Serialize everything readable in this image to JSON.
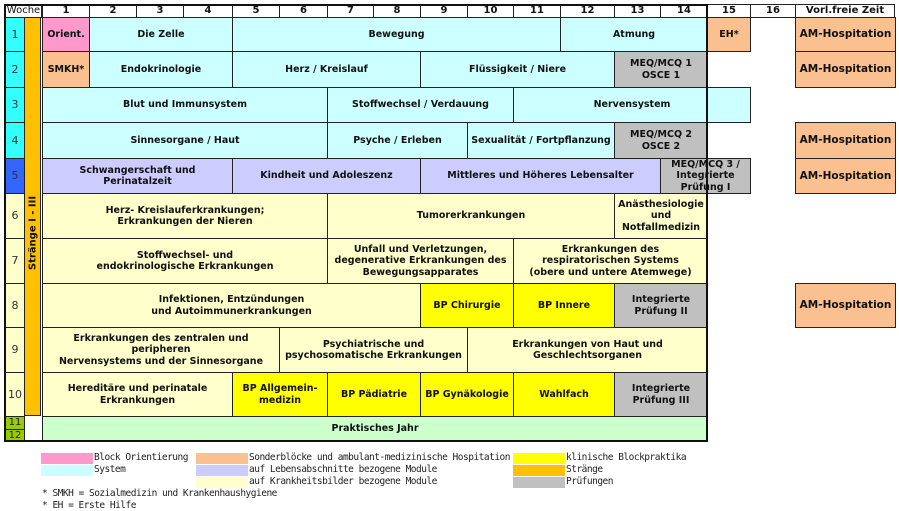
{
  "header": {
    "woche": "Woche",
    "weeks": [
      "1",
      "2",
      "3",
      "4",
      "5",
      "6",
      "7",
      "8",
      "9",
      "10",
      "11",
      "12",
      "13",
      "14",
      "15",
      "16"
    ],
    "free": "Vorl.freie Zeit"
  },
  "colors": {
    "pink": "#ff99cc",
    "cyan": "#ccffff",
    "orange": "#fac090",
    "lavender": "#ccccff",
    "lightyellow": "#ffffcc",
    "yellow": "#ffff00",
    "grey": "#c0c0c0",
    "green": "#ccffcc",
    "strand": "#ffc000",
    "rn_cyan": "#33ffff",
    "rn_blue": "#3366ff",
    "rn_yellow": "#ffffcc",
    "rn_green": "#99cc00"
  },
  "strand_label": "Stränge I - III",
  "rows": [
    {
      "num": "1",
      "numColor": "rn_cyan",
      "cells": [
        {
          "t": "Orient.",
          "s": 1,
          "e": 1,
          "c": "pink"
        },
        {
          "t": "Die Zelle",
          "s": 2,
          "e": 4,
          "c": "cyan"
        },
        {
          "t": "Bewegung",
          "s": 5,
          "e": 11,
          "c": "cyan"
        },
        {
          "t": "Atmung",
          "s": 12,
          "e": 14,
          "c": "cyan"
        },
        {
          "t": "EH*",
          "s": 15,
          "e": 15,
          "c": "orange"
        },
        {
          "t": "AM-Hospitation",
          "s": 17,
          "e": 17,
          "c": "orange"
        }
      ]
    },
    {
      "num": "2",
      "numColor": "rn_cyan",
      "cells": [
        {
          "t": "SMKH*",
          "s": 1,
          "e": 1,
          "c": "orange"
        },
        {
          "t": "Endokrinologie",
          "s": 2,
          "e": 4,
          "c": "cyan"
        },
        {
          "t": "Herz / Kreislauf",
          "s": 5,
          "e": 8,
          "c": "cyan"
        },
        {
          "t": "Flüssigkeit / Niere",
          "s": 9,
          "e": 12,
          "c": "cyan"
        },
        {
          "t": "MEQ/MCQ 1\nOSCE 1",
          "s": 13,
          "e": 14,
          "c": "grey"
        },
        {
          "t": "AM-Hospitation",
          "s": 17,
          "e": 17,
          "c": "orange"
        }
      ]
    },
    {
      "num": "3",
      "numColor": "rn_cyan",
      "cells": [
        {
          "t": "Blut und Immunsystem",
          "s": 1,
          "e": 6,
          "c": "cyan"
        },
        {
          "t": "Stoffwechsel / Verdauung",
          "s": 7,
          "e": 10,
          "c": "cyan"
        },
        {
          "t": "Nervensystem",
          "s": 11,
          "e": 15,
          "c": "cyan"
        }
      ]
    },
    {
      "num": "4",
      "numColor": "rn_cyan",
      "cells": [
        {
          "t": "Sinnesorgane / Haut",
          "s": 1,
          "e": 6,
          "c": "cyan"
        },
        {
          "t": "Psyche / Erleben",
          "s": 7,
          "e": 9,
          "c": "cyan"
        },
        {
          "t": "Sexualität / Fortpflanzung",
          "s": 10,
          "e": 12,
          "c": "cyan"
        },
        {
          "t": "MEQ/MCQ 2\nOSCE 2",
          "s": 13,
          "e": 14,
          "c": "grey"
        },
        {
          "t": "AM-Hospitation",
          "s": 17,
          "e": 17,
          "c": "orange"
        }
      ]
    },
    {
      "num": "5",
      "numColor": "rn_blue",
      "cells": [
        {
          "t": "Schwangerschaft und Perinatalzeit",
          "s": 1,
          "e": 4,
          "c": "lavender"
        },
        {
          "t": "Kindheit und Adoleszenz",
          "s": 5,
          "e": 8,
          "c": "lavender"
        },
        {
          "t": "Mittleres und Höheres Lebensalter",
          "s": 9,
          "e": 13,
          "c": "lavender"
        },
        {
          "t": "MEQ/MCQ 3 /\nIntegrierte\nPrüfung I",
          "s": 14,
          "e": 15,
          "c": "grey"
        },
        {
          "t": "AM-Hospitation",
          "s": 17,
          "e": 17,
          "c": "orange"
        }
      ]
    },
    {
      "num": "6",
      "numColor": "rn_yellow",
      "cells": [
        {
          "t": "Herz- Kreislauferkrankungen;\nErkrankungen der Nieren",
          "s": 1,
          "e": 6,
          "c": "lightyellow"
        },
        {
          "t": "Tumorerkrankungen",
          "s": 7,
          "e": 12,
          "c": "lightyellow"
        },
        {
          "t": "Anästhesiologie\nund\nNotfallmedizin",
          "s": 13,
          "e": 14,
          "c": "lightyellow"
        }
      ]
    },
    {
      "num": "7",
      "numColor": "rn_yellow",
      "cells": [
        {
          "t": "Stoffwechsel- und\nendokrinologische Erkrankungen",
          "s": 1,
          "e": 6,
          "c": "lightyellow"
        },
        {
          "t": "Unfall und Verletzungen,\ndegenerative Erkrankungen des\nBewegungsapparates",
          "s": 7,
          "e": 10,
          "c": "lightyellow"
        },
        {
          "t": "Erkrankungen des\nrespiratorischen Systems\n(obere und untere Atemwege)",
          "s": 11,
          "e": 14,
          "c": "lightyellow"
        }
      ]
    },
    {
      "num": "8",
      "numColor": "rn_yellow",
      "cells": [
        {
          "t": "Infektionen, Entzündungen\nund Autoimmunerkrankungen",
          "s": 1,
          "e": 8,
          "c": "lightyellow"
        },
        {
          "t": "BP Chirurgie",
          "s": 9,
          "e": 10,
          "c": "yellow"
        },
        {
          "t": "BP Innere",
          "s": 11,
          "e": 12,
          "c": "yellow"
        },
        {
          "t": "Integrierte\nPrüfung II",
          "s": 13,
          "e": 14,
          "c": "grey"
        },
        {
          "t": "AM-Hospitation",
          "s": 17,
          "e": 17,
          "c": "orange"
        }
      ]
    },
    {
      "num": "9",
      "numColor": "rn_yellow",
      "cells": [
        {
          "t": "Erkrankungen des zentralen und peripheren\nNervensystems und der Sinnesorgane",
          "s": 1,
          "e": 5,
          "c": "lightyellow"
        },
        {
          "t": "Psychiatrische und\npsychosomatische Erkrankungen",
          "s": 6,
          "e": 9,
          "c": "lightyellow"
        },
        {
          "t": "Erkrankungen von Haut und\nGeschlechtsorganen",
          "s": 10,
          "e": 14,
          "c": "lightyellow"
        }
      ]
    },
    {
      "num": "10",
      "numColor": "rn_yellow",
      "cells": [
        {
          "t": "Hereditäre und perinatale\nErkrankungen",
          "s": 1,
          "e": 4,
          "c": "lightyellow"
        },
        {
          "t": "BP Allgemein-\nmedizin",
          "s": 5,
          "e": 6,
          "c": "yellow"
        },
        {
          "t": "BP Pädiatrie",
          "s": 7,
          "e": 8,
          "c": "yellow"
        },
        {
          "t": "BP Gynäkologie",
          "s": 9,
          "e": 10,
          "c": "yellow"
        },
        {
          "t": "Wahlfach",
          "s": 11,
          "e": 12,
          "c": "yellow"
        },
        {
          "t": "Integrierte\nPrüfung III",
          "s": 13,
          "e": 14,
          "c": "grey"
        }
      ]
    },
    {
      "num": "11",
      "numColor": "rn_green",
      "cells": [
        {
          "t": "Praktisches Jahr",
          "s": 1,
          "e": 14,
          "c": "green",
          "rows": 2
        }
      ]
    },
    {
      "num": "12",
      "numColor": "rn_green",
      "cells": []
    }
  ],
  "legend": [
    {
      "label": "Block Orientierung",
      "c": "pink"
    },
    {
      "label": "System",
      "c": "cyan"
    },
    {
      "label": "Sonderblöcke und ambulant-medizinische Hospitation",
      "c": "orange"
    },
    {
      "label": "auf Lebensabschnitte bezogene Module",
      "c": "lavender"
    },
    {
      "label": "auf Krankheitsbilder bezogene Module",
      "c": "lightyellow"
    },
    {
      "label": "klinische Blockpraktika",
      "c": "yellow"
    },
    {
      "label": "Stränge",
      "c": "strand"
    },
    {
      "label": "Prüfungen",
      "c": "grey"
    }
  ],
  "footnotes": [
    "* SMKH = Sozialmedizin und Krankenhaushygiene",
    "* EH = Erste Hilfe"
  ]
}
